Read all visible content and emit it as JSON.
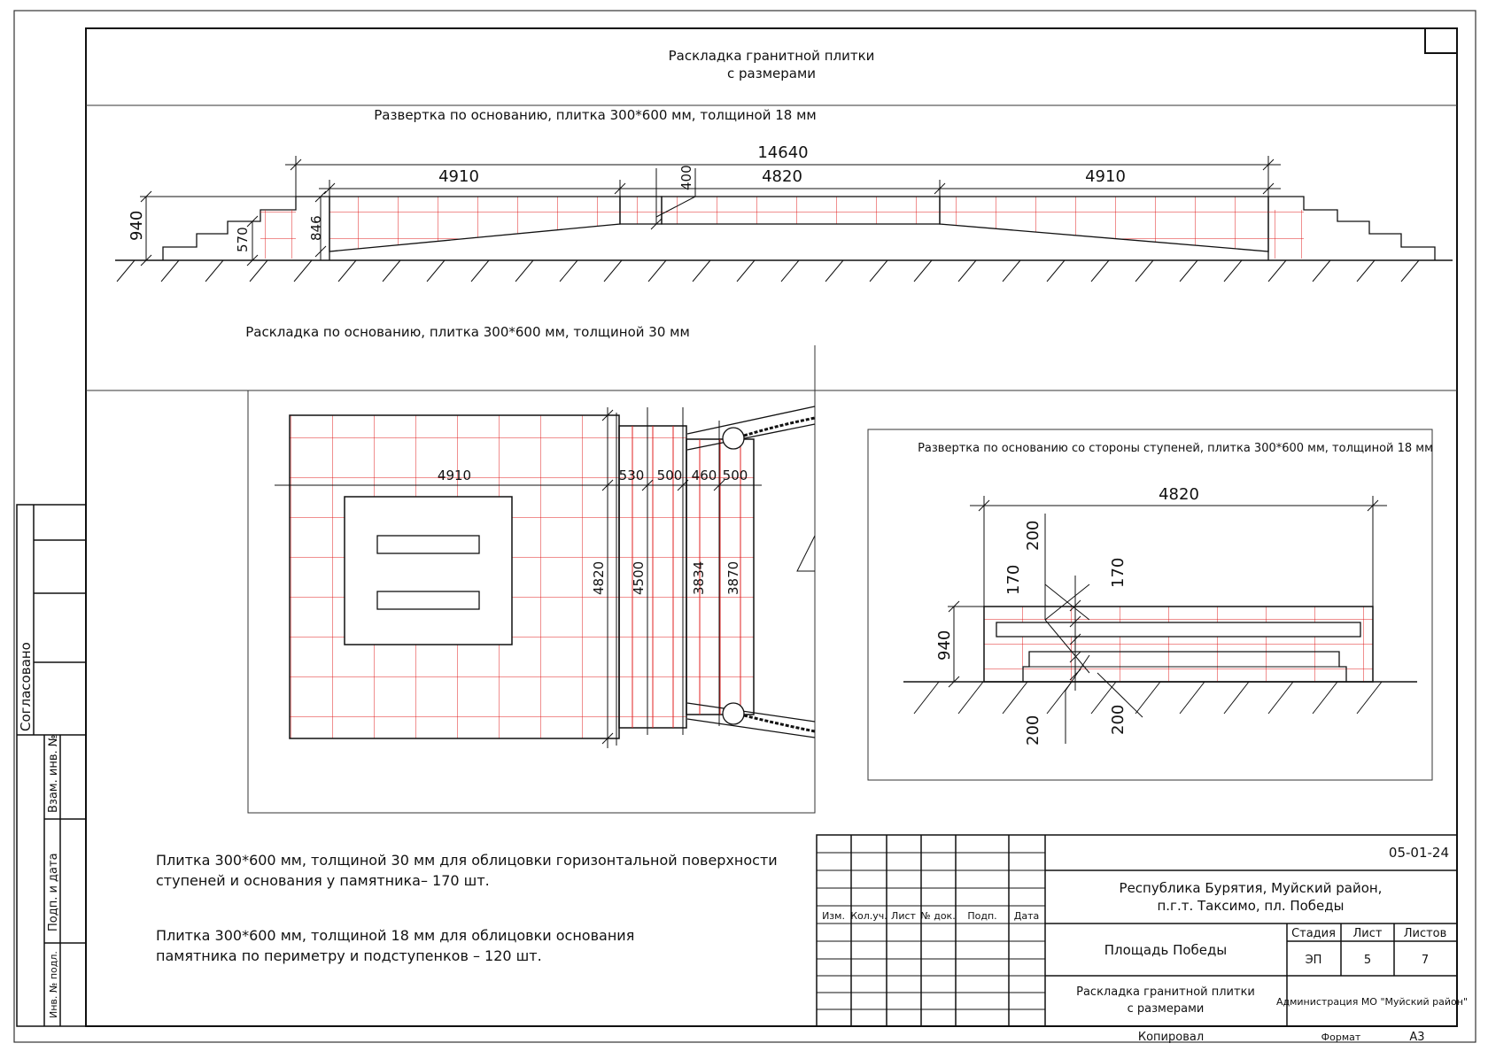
{
  "header": {
    "title_line1": "Раскладка гранитной плитки",
    "title_line2": "с размерами"
  },
  "section_top": {
    "caption": "Развертка по основанию, плитка 300*600 мм, толщиной 18 мм",
    "dims": {
      "total": "14640",
      "left": "4910",
      "middle": "4820",
      "right": "4910",
      "gap": "400",
      "height_left": "940",
      "step_rise": "570",
      "inner_height": "846"
    }
  },
  "section_plan": {
    "caption": "Раскладка по основанию, плитка 300*600 мм, толщиной 30 мм",
    "dims": {
      "width": "4910",
      "d1": "530",
      "d2": "500",
      "d3": "460",
      "d4": "500",
      "h1": "4820",
      "h2": "4500",
      "h3": "3834",
      "h4": "3870"
    }
  },
  "section_steps": {
    "caption": "Развертка по основанию со стороны ступеней, плитка 300*600 мм, толщиной 18 мм",
    "dims": {
      "width": "4820",
      "top_a": "200",
      "top_b": "170",
      "top_c": "170",
      "height": "940",
      "bottom_a": "200",
      "bottom_b": "200"
    }
  },
  "notes": {
    "note1_line1": "Плитка 300*600 мм, толщиной 30 мм для облицовки горизонтальной поверхности",
    "note1_line2": "ступеней и основания у памятника– 170 шт.",
    "note2_line1": "Плитка 300*600 мм, толщиной 18 мм  для облицовки основания",
    "note2_line2": "памятника по периметру и подступенков – 120 шт."
  },
  "side_stamp": {
    "approved": "Согласовано",
    "replace_inv": "Взам. инв. №",
    "sign_date": "Подп. и дата",
    "inv_orig": "Инв. № подл."
  },
  "title_block": {
    "code": "05-01-24",
    "location_line1": "Республика Бурятия, Муйский район,",
    "location_line2": "п.г.т. Таксимо, пл. Победы",
    "object": "Площадь Победы",
    "sheet_title_line1": "Раскладка гранитной плитки",
    "sheet_title_line2": "с размерами",
    "organization": "Администрация МО \"Муйский район\"",
    "headers": {
      "izm": "Изм.",
      "kol": "Кол.уч.",
      "list": "Лист",
      "ndok": "№ док.",
      "podp": "Подп.",
      "data": "Дата"
    },
    "stage_label": "Стадия",
    "sheet_label": "Лист",
    "sheets_label": "Листов",
    "stage": "ЭП",
    "sheet": "5",
    "sheets": "7",
    "copied": "Копировал",
    "format_label": "Формат",
    "format": "А3"
  },
  "colors": {
    "tile_grid": "#e02020",
    "ink": "#111111"
  }
}
